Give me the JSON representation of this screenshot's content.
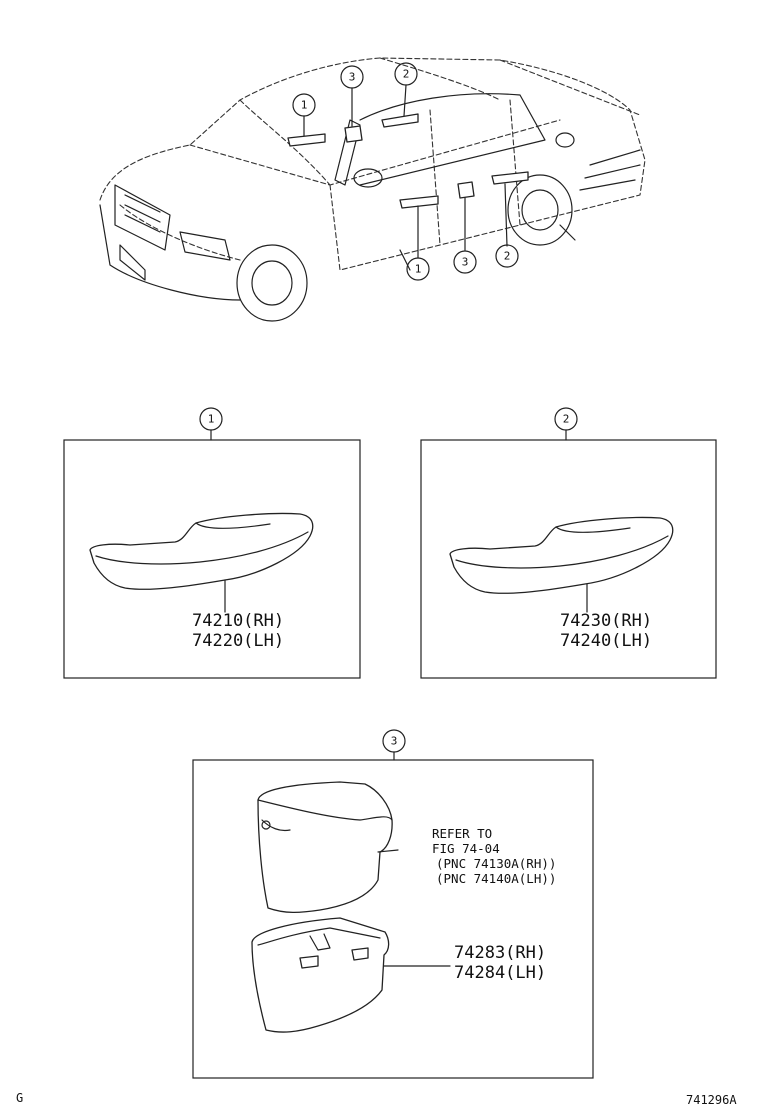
{
  "callouts": {
    "one": "1",
    "two": "2",
    "three": "3"
  },
  "panel_1": {
    "part_rh": "74210(RH)",
    "part_lh": "74220(LH)"
  },
  "panel_2": {
    "part_rh": "74230(RH)",
    "part_lh": "74240(LH)"
  },
  "panel_3": {
    "refer_line1": "REFER TO",
    "refer_line2": "FIG  74-04",
    "refer_line3": "(PNC 74130A(RH))",
    "refer_line4": "(PNC 74140A(LH))",
    "part_rh": "74283(RH)",
    "part_lh": "74284(LH)"
  },
  "footer": {
    "left_code": "G",
    "figure_id": "741296A"
  }
}
